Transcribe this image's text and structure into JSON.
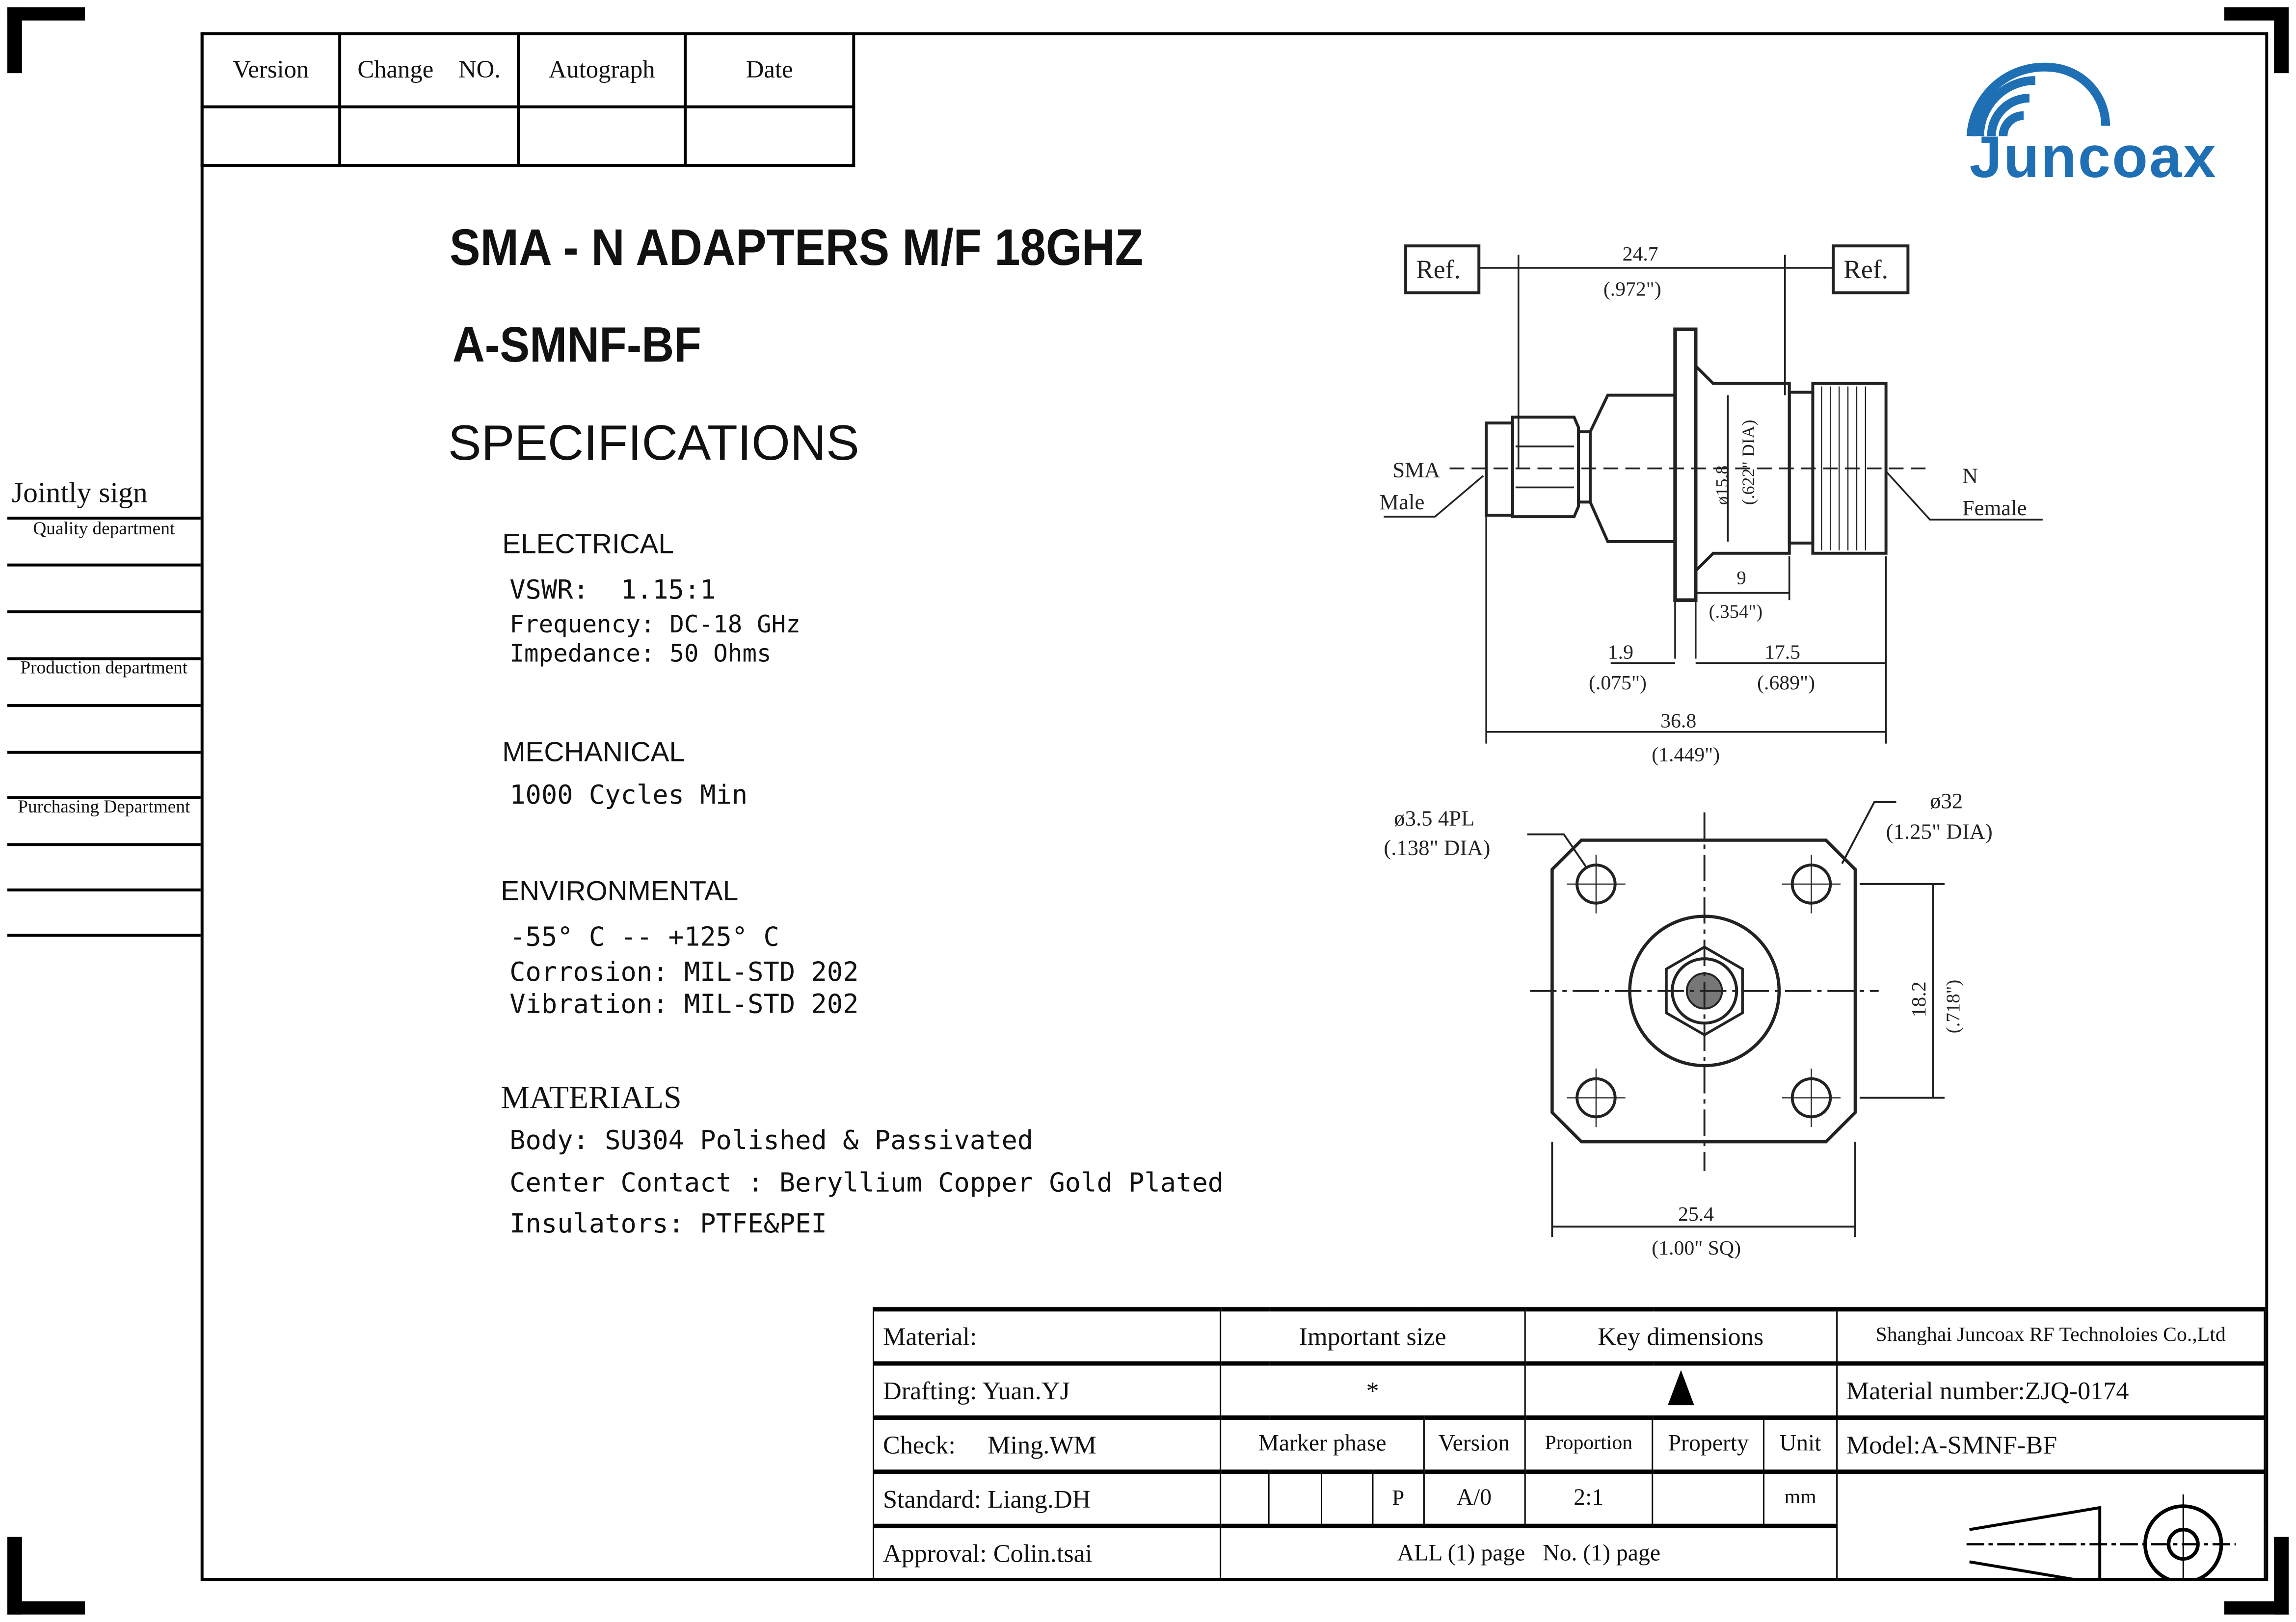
{
  "revision_table": {
    "headers": [
      "Version",
      "Change    NO.",
      "Autograph",
      "Date"
    ]
  },
  "logo": {
    "text": "Juncoax",
    "color": "#1f6fb5"
  },
  "title": {
    "product": "SMA - N ADAPTERS  M/F 18GHZ",
    "model": "A-SMNF-BF",
    "specifications": "SPECIFICATIONS"
  },
  "sidebar": {
    "heading": "Jointly sign",
    "departments": [
      "Quality department",
      "Production department",
      "Purchasing Department"
    ]
  },
  "specs": {
    "electrical": {
      "heading": "ELECTRICAL",
      "lines": [
        "VSWR:  1.15:1",
        "Frequency: DC-18 GHz",
        "Impedance: 50 Ohms"
      ]
    },
    "mechanical": {
      "heading": "MECHANICAL",
      "lines": [
        "1000 Cycles Min"
      ]
    },
    "environmental": {
      "heading": "ENVIRONMENTAL",
      "lines": [
        "-55° C -- +125° C",
        "Corrosion: MIL-STD 202",
        "Vibration: MIL-STD 202"
      ]
    },
    "materials": {
      "heading": "MATERIALS",
      "lines": [
        "Body: SU304 Polished & Passivated",
        "Center Contact : Beryllium Copper Gold Plated",
        "Insulators: PTFE&PEI"
      ]
    }
  },
  "side_view": {
    "ref_left": "Ref.",
    "ref_right": "Ref.",
    "dim_top": "24.7",
    "dim_top_in": "(.972\")",
    "sma_label": [
      "SMA",
      "Male"
    ],
    "n_label": [
      "N",
      "Female"
    ],
    "dia": "ø15.8",
    "dia_in": "(.622\" DIA)",
    "dim_9": "9",
    "dim_9_in": "(.354\")",
    "dim_1_9": "1.9",
    "dim_1_9_in": "(.075\")",
    "dim_17_5": "17.5",
    "dim_17_5_in": "(.689\")",
    "dim_total": "36.8",
    "dim_total_in": "(1.449\")"
  },
  "front_view": {
    "hole": "ø3.5  4PL",
    "hole_in": "(.138\"  DIA)",
    "dia": "ø32",
    "dia_in": "(1.25\"  DIA)",
    "height": "18.2",
    "height_in": "(.718\")",
    "width": "25.4",
    "width_in": "(1.00\" SQ)"
  },
  "title_block": {
    "material": "Material:",
    "important_size": "Important size",
    "key_dimensions": "Key dimensions",
    "company": "Shanghai Juncoax RF Technoloies Co.,Ltd",
    "drafting": "Drafting: Yuan.YJ",
    "important_mark": "*",
    "material_number": "Material number:ZJQ-0174",
    "check": "Check:     Ming.WM",
    "marker_phase": "Marker phase",
    "version": "Version",
    "proportion": "Proportion",
    "property": "Property",
    "unit": "Unit",
    "model": "Model:A-SMNF-BF",
    "standard": "Standard: Liang.DH",
    "phase_value": "P",
    "version_value": "A/0",
    "proportion_value": "2:1",
    "unit_value": "mm",
    "approval": "Approval: Colin.tsai",
    "pages": "ALL (1) page   No. (1) page"
  }
}
